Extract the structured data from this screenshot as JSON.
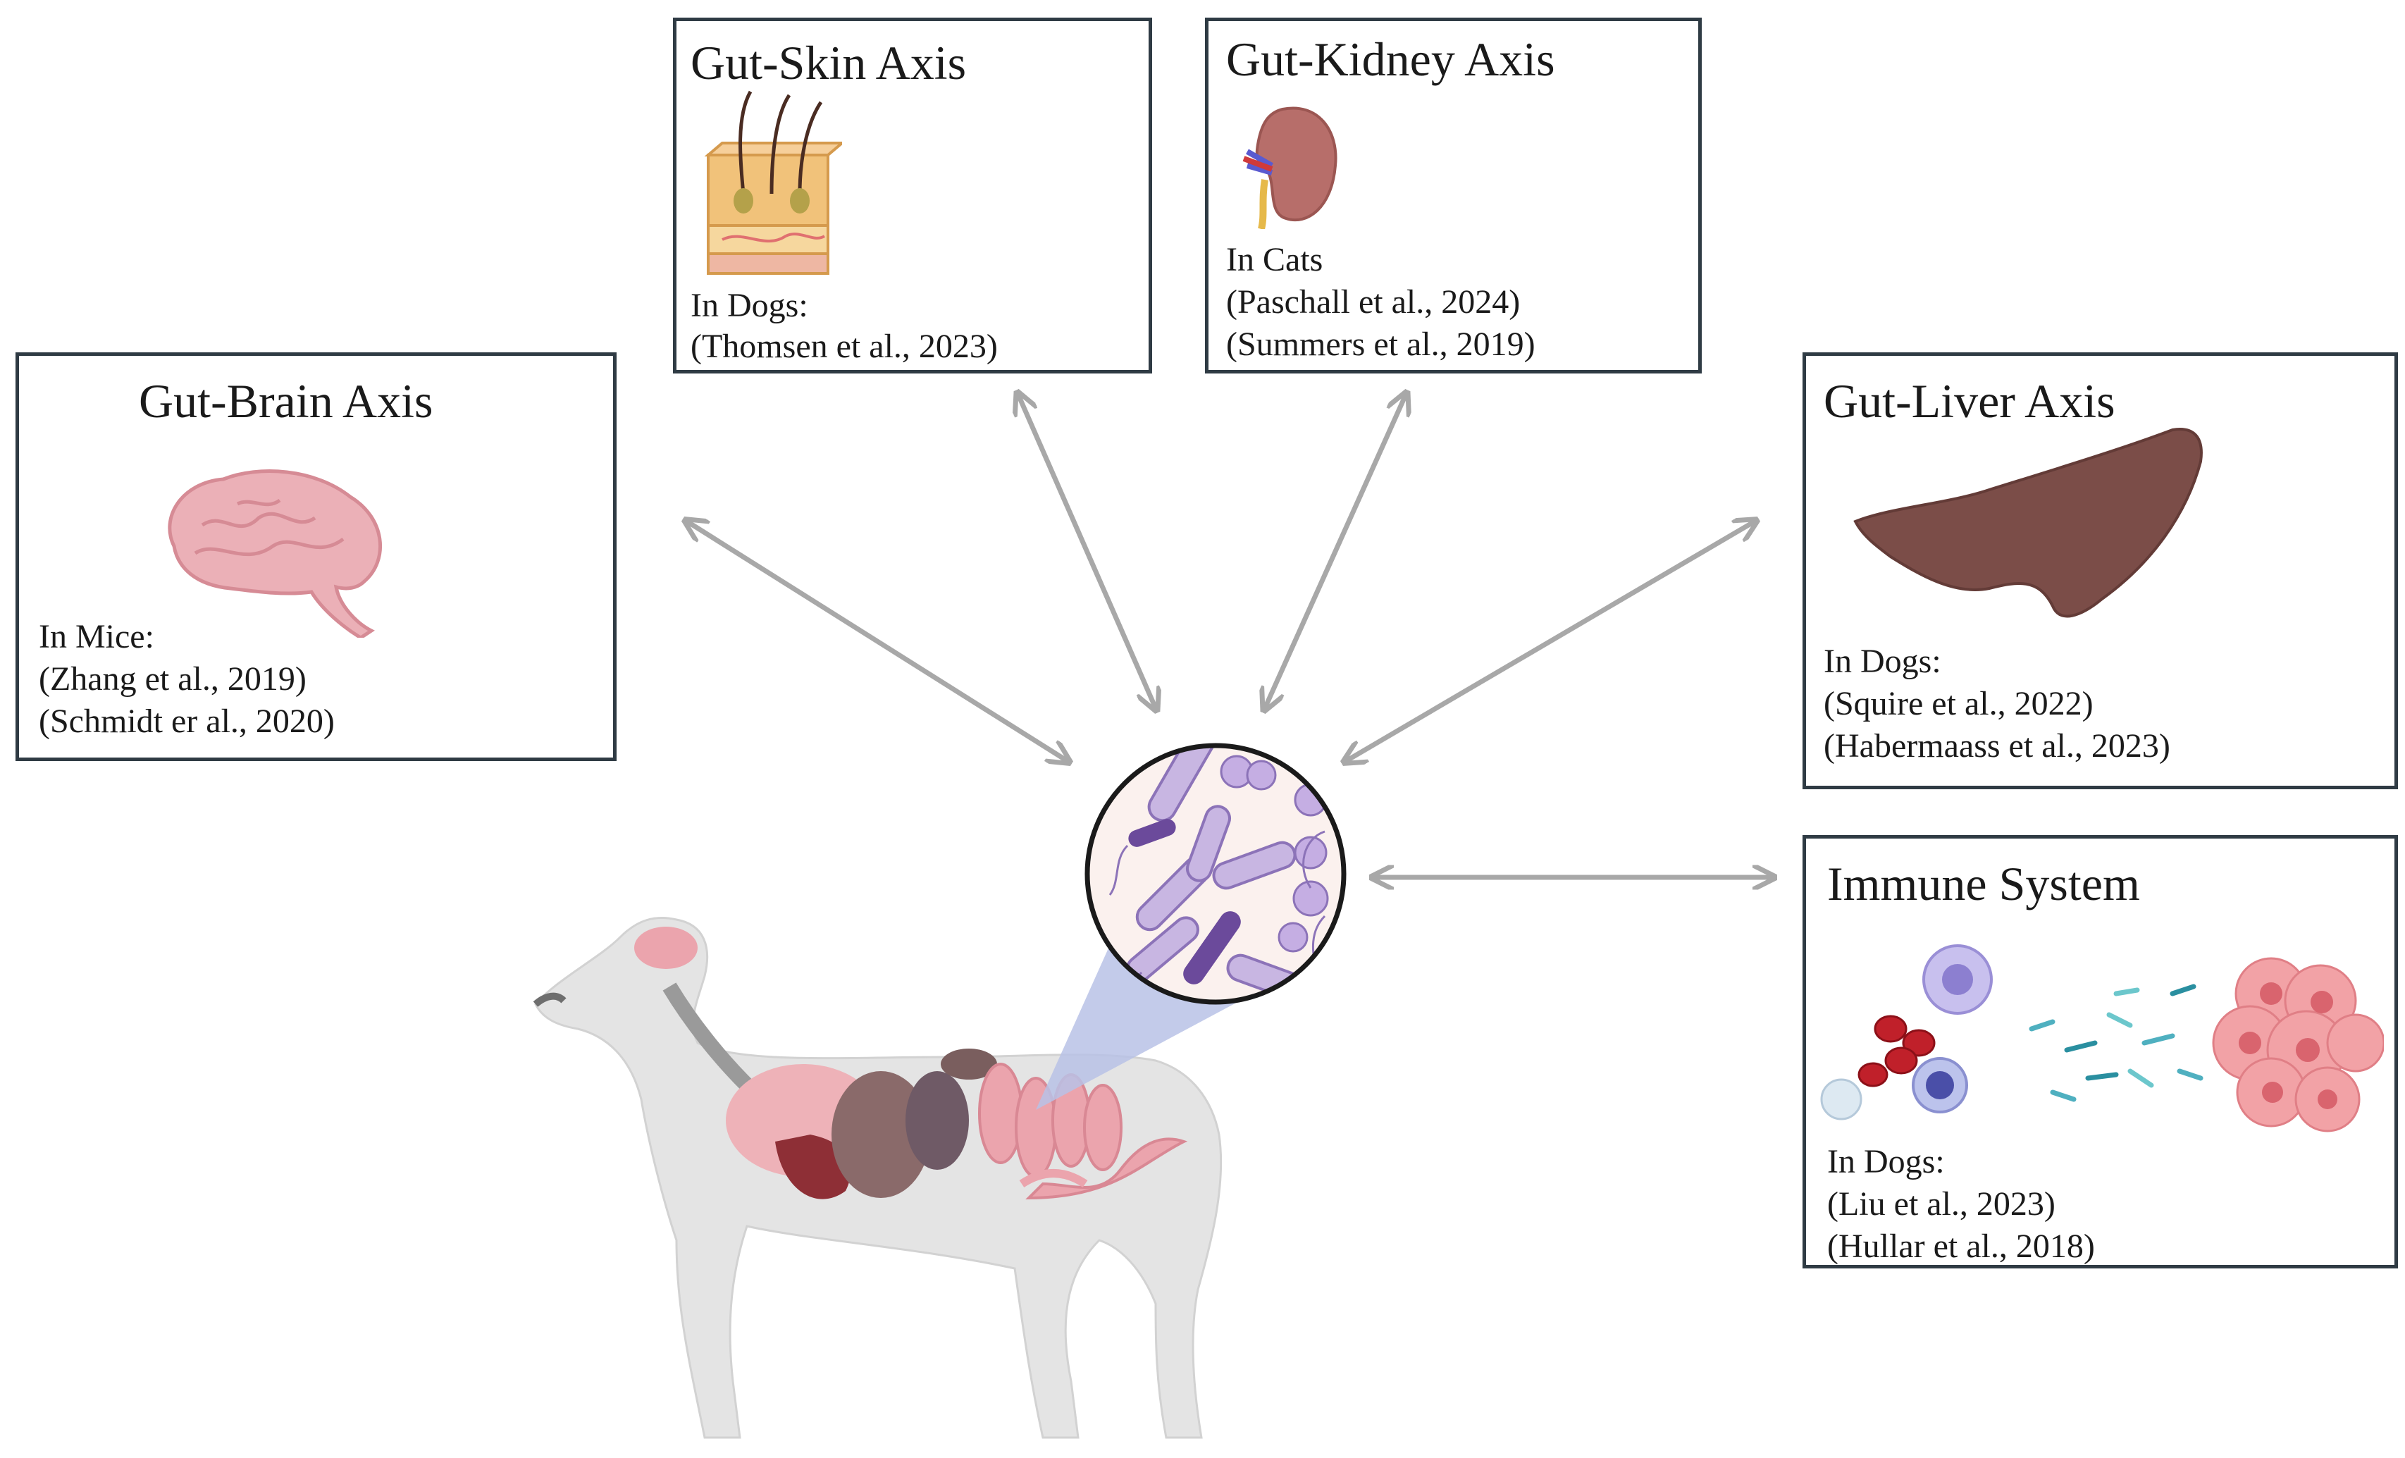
{
  "boxes": {
    "gut_brain": {
      "title": "Gut-Brain Axis",
      "species": "In Mice:",
      "refs": [
        "(Zhang et al., 2019)",
        "(Schmidt er al., 2020)"
      ]
    },
    "gut_skin": {
      "title": "Gut-Skin Axis",
      "species": "In Dogs:",
      "refs": [
        "(Thomsen et al., 2023)"
      ]
    },
    "gut_kidney": {
      "title": "Gut-Kidney Axis",
      "species": "In Cats",
      "refs": [
        "(Paschall et al., 2024)",
        "(Summers et al., 2019)"
      ]
    },
    "gut_liver": {
      "title": "Gut-Liver Axis",
      "species": "In Dogs:",
      "refs": [
        "(Squire et al., 2022)",
        "(Habermaass et al., 2023)"
      ]
    },
    "immune": {
      "title": "Immune System",
      "species": "In Dogs:",
      "refs": [
        "(Liu et al., 2023)",
        "(Hullar et al., 2018)"
      ]
    }
  },
  "icons": {
    "brain": "brain-icon",
    "skin": "skin-layers-icon",
    "kidney": "kidney-icon",
    "liver": "liver-icon",
    "immune_cells": "immune-cells-icon",
    "microbiome": "gut-microbiome-icon",
    "dog": "dog-anatomy-icon"
  },
  "colors": {
    "box_border": "#2f3b44",
    "arrow": "#a8a8a8",
    "bacteria_purple": "#b9a3d6",
    "dog_body": "#e4e4e4",
    "organ_pink": "#eba4ad",
    "liver_brown": "#7a4d4a",
    "zoom_cone": "#b8c2e6"
  }
}
